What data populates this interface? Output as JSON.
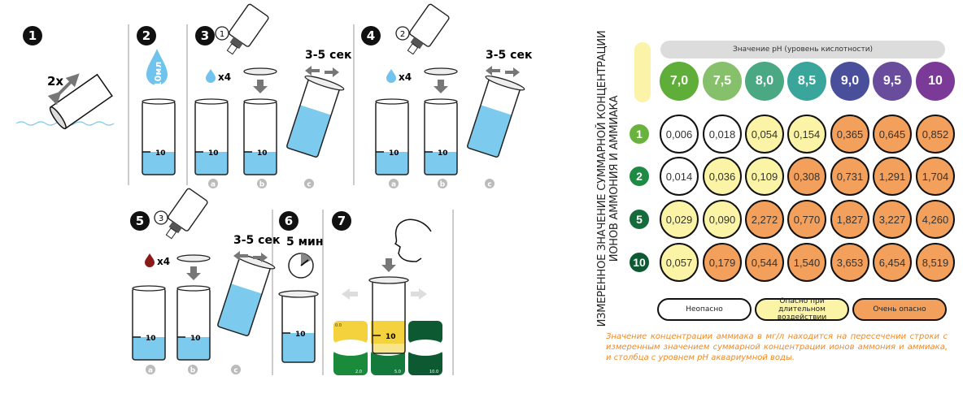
{
  "steps": {
    "badges": [
      "1",
      "2",
      "3",
      "4",
      "5",
      "6",
      "7"
    ],
    "step1": {
      "repeat": "2x"
    },
    "step2": {
      "volume": "10мл"
    },
    "tube_mark": "10",
    "step3": {
      "bottle": "1",
      "drops": "x4",
      "time": "3-5 сек"
    },
    "step4": {
      "bottle": "2",
      "drops": "x4",
      "time": "3-5 сек"
    },
    "step5": {
      "bottle": "3",
      "drops": "x4",
      "time": "3-5 сек"
    },
    "step6": {
      "time": "5 мин"
    },
    "substep_letters": [
      "a",
      "b",
      "c"
    ],
    "color_card": [
      "0.0",
      "2.0",
      "5.0",
      "10.0"
    ]
  },
  "table": {
    "vertical_label_line1": "ИЗМЕРЕННОЕ ЗНАЧЕНИЕ СУММАРНОЙ КОНЦЕНТРАЦИИ",
    "vertical_label_line2": "ИОНОВ АММОНИЯ И АММИАКА",
    "header": "Значение pH (уровень кислотности)",
    "ph_values": [
      "7,0",
      "7,5",
      "8,0",
      "8,5",
      "9,0",
      "9,5",
      "10"
    ],
    "ph_colors": [
      "#5fae3a",
      "#86c06a",
      "#4aa982",
      "#3aa59a",
      "#4a4f9c",
      "#6a4c9c",
      "#7b3a97"
    ],
    "rows": [
      {
        "label": "1",
        "color": "#6ab23e",
        "values": [
          "0,006",
          "0,018",
          "0,054",
          "0,154",
          "0,365",
          "0,645",
          "0,852"
        ],
        "levels": [
          "safe",
          "safe",
          "long",
          "long",
          "danger",
          "danger",
          "danger"
        ]
      },
      {
        "label": "2",
        "color": "#1f8a43",
        "values": [
          "0,014",
          "0,036",
          "0,109",
          "0,308",
          "0,731",
          "1,291",
          "1,704"
        ],
        "levels": [
          "safe",
          "long",
          "long",
          "danger",
          "danger",
          "danger",
          "danger"
        ]
      },
      {
        "label": "5",
        "color": "#166b3b",
        "values": [
          "0,029",
          "0,090",
          "2,272",
          "0,770",
          "1,827",
          "3,227",
          "4,260"
        ],
        "levels": [
          "long",
          "long",
          "danger",
          "danger",
          "danger",
          "danger",
          "danger"
        ]
      },
      {
        "label": "10",
        "color": "#0d5a32",
        "values": [
          "0,057",
          "0,179",
          "0,544",
          "1,540",
          "3,653",
          "6,454",
          "8,519"
        ],
        "levels": [
          "long",
          "danger",
          "danger",
          "danger",
          "danger",
          "danger",
          "danger"
        ]
      }
    ],
    "level_colors": {
      "safe": "#ffffff",
      "long": "#fbf4a6",
      "danger": "#f2a05b"
    },
    "legend": {
      "safe": "Неопасно",
      "long": "Опасно при длительном воздействии",
      "danger": "Очень опасно"
    },
    "note": "Значение концентрации аммиака в мг/л находится на пересечении строки с измеренным значением суммарной концентрации ионов аммония и аммиака, и столбца с уровнем pH аквариумной воды."
  }
}
